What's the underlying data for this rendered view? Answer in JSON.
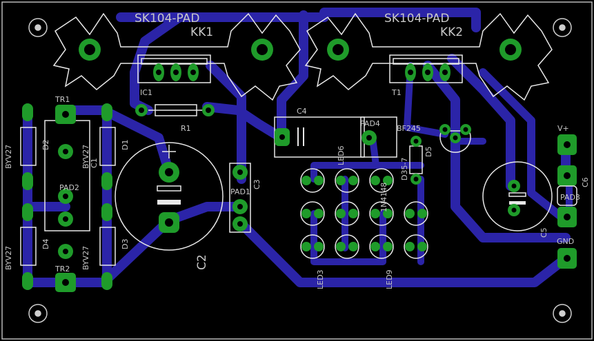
{
  "colors": {
    "background": "#000000",
    "trace": "#2b24a8",
    "pad": "#1f9b2a",
    "silk": "#c8c8c8",
    "outline": "#e8e8e8"
  },
  "heatsinks": [
    {
      "name": "SK104-PAD",
      "ref": "KK1"
    },
    {
      "name": "SK104-PAD",
      "ref": "KK2"
    }
  ],
  "components": {
    "ic1": "IC1",
    "t1": "T1",
    "r1": "R1",
    "c4": "C4",
    "pad4": "PAD4",
    "bf245": "BF245",
    "d5": "D5",
    "tr1": "TR1",
    "tr2": "TR2",
    "d1": "D1",
    "d2": "D2",
    "d3": "D3",
    "d4": "D4",
    "byv1": "BYV27",
    "byv2": "BYV27",
    "byv3": "BYV27",
    "byv4": "BYV27",
    "c1": "C1",
    "pad2": "PAD2",
    "c2": "C2",
    "c3": "C3",
    "pad1": "PAD1",
    "led3": "LED3",
    "led6": "LED6",
    "led9": "LED9",
    "c5": "C5",
    "c6": "C6",
    "pad3": "PAD3",
    "vplus": "V+",
    "gnd": "GND"
  },
  "partnumbers": {
    "zener": "1N4148",
    "zener_suffix": "D35-7",
    "led_col1": "LED3",
    "led_col2": "LED6",
    "led_col3": "LED9"
  }
}
